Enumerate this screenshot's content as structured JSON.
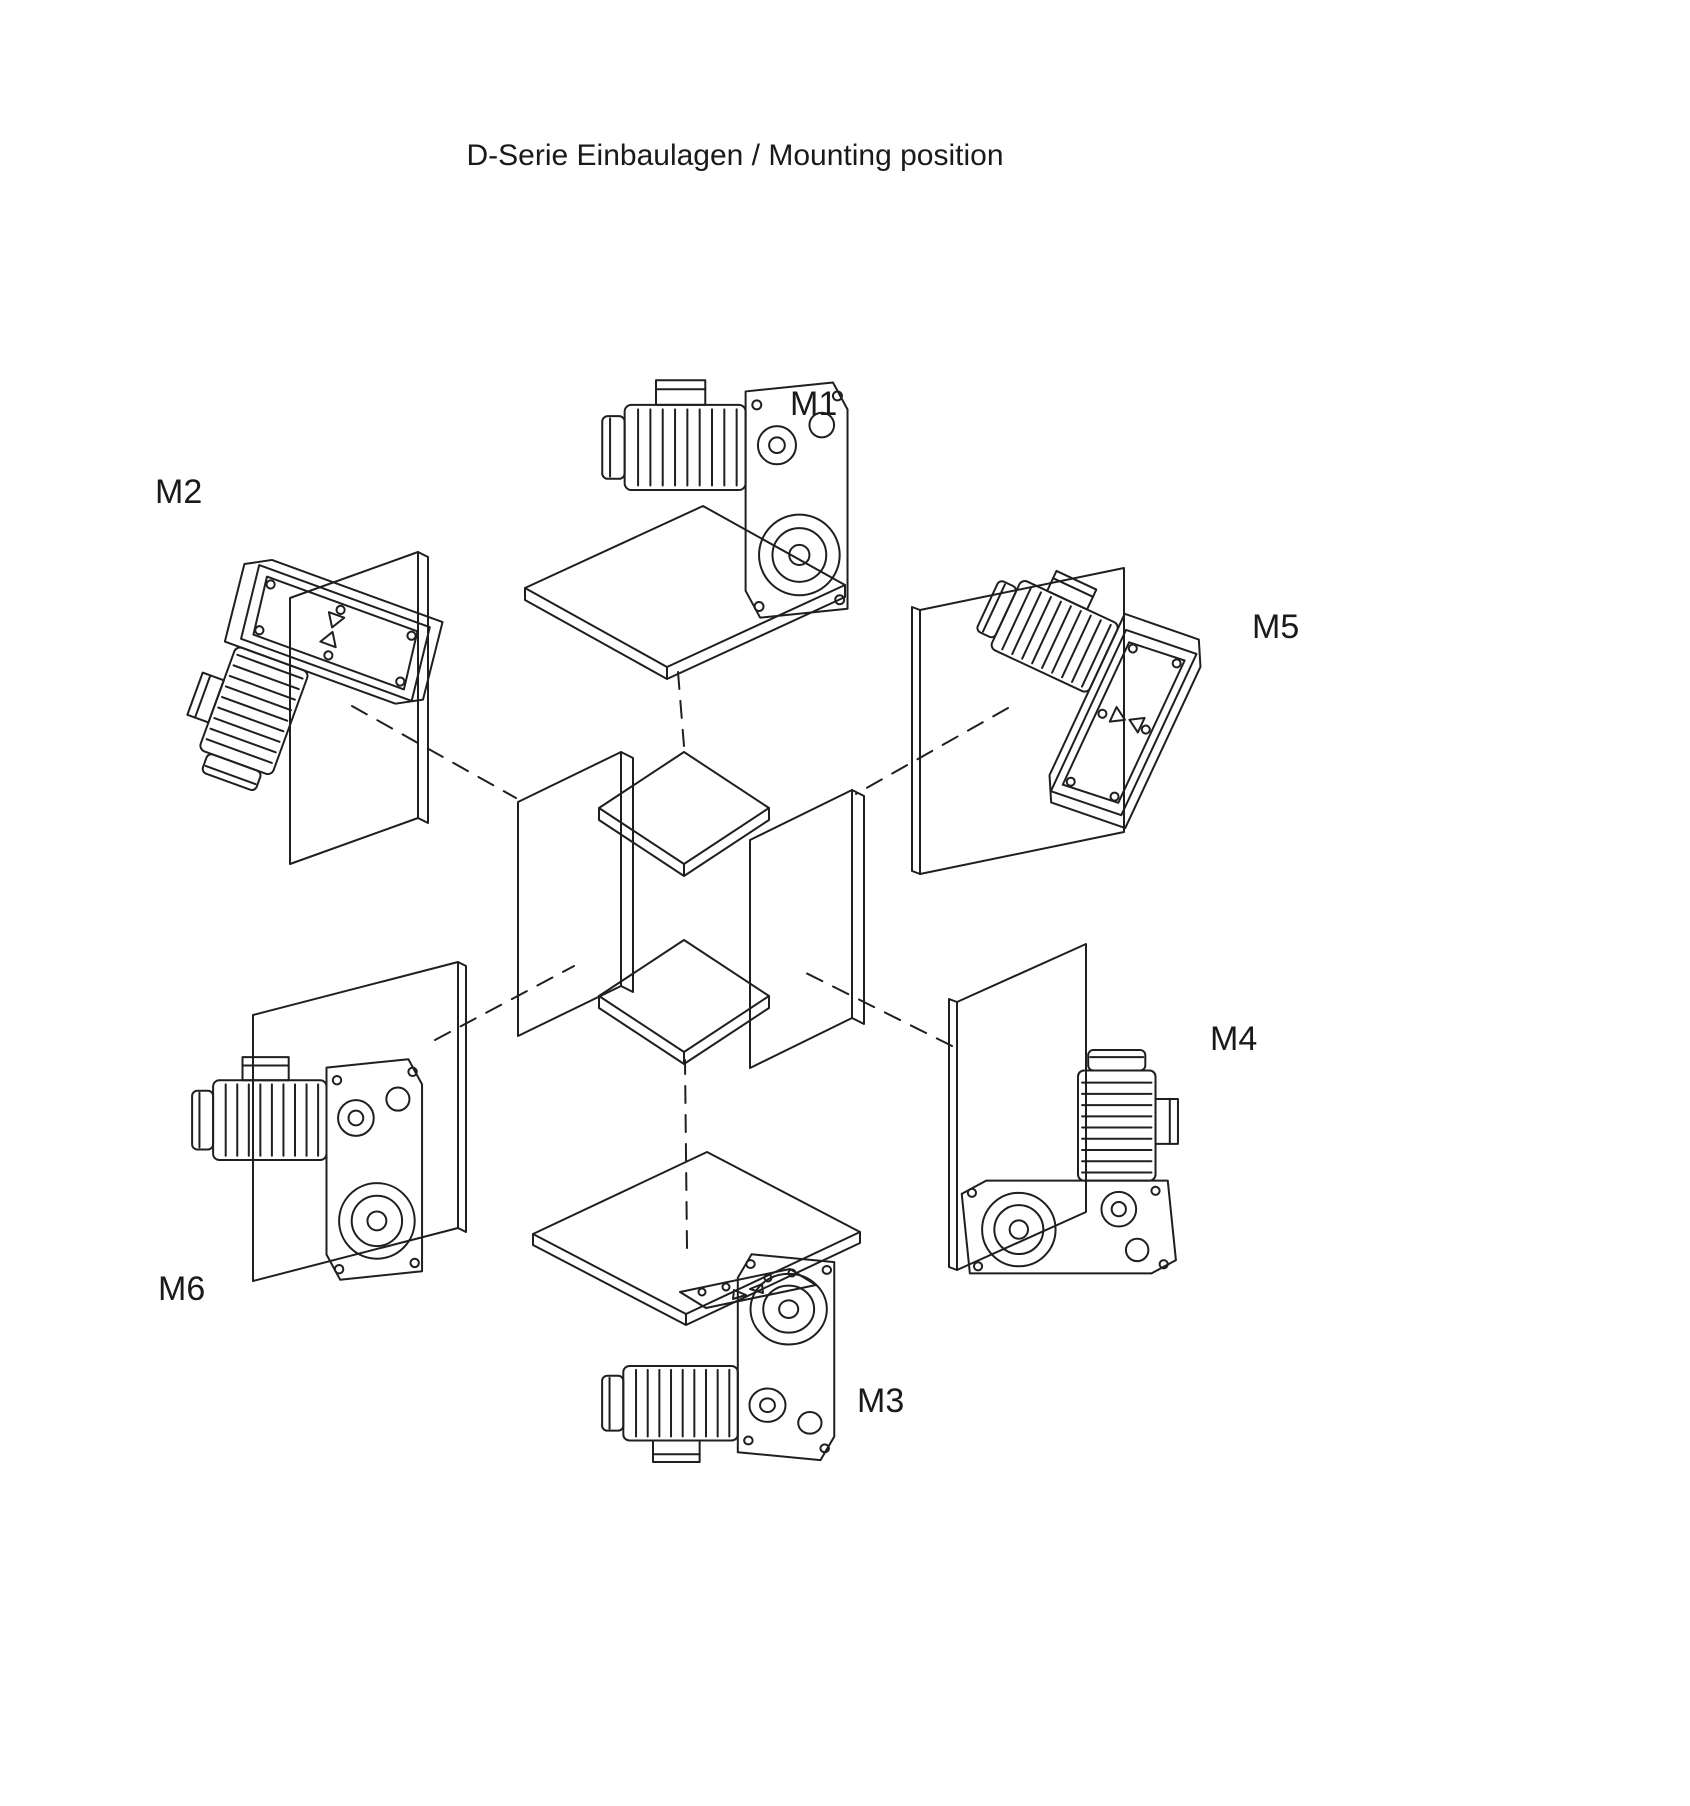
{
  "title": "D-Serie Einbaulagen / Mounting position",
  "diagram": {
    "type": "mounting-position-overview",
    "center_object": "isometric-cube-of-plates",
    "colors": {
      "line": "#1f1f1f",
      "background": "#ffffff",
      "text": "#1a1a1a"
    }
  },
  "positions": [
    {
      "id": "M1",
      "label": "M1",
      "location": "top-center",
      "orientation": "gearbox on floor plate, motor horizontal"
    },
    {
      "id": "M2",
      "label": "M2",
      "location": "upper-left",
      "orientation": "gearbox flange against vertical wall, motor pointing down-left"
    },
    {
      "id": "M3",
      "label": "M3",
      "location": "bottom-center",
      "orientation": "gearbox hanging from ceiling plate, motor horizontal below"
    },
    {
      "id": "M4",
      "label": "M4",
      "location": "lower-right",
      "orientation": "motor vertical on top, gearbox flat against wall"
    },
    {
      "id": "M5",
      "label": "M5",
      "location": "upper-right",
      "orientation": "gearbox flange against vertical wall, motor sloping up-left"
    },
    {
      "id": "M6",
      "label": "M6",
      "location": "lower-left",
      "orientation": "gearbox output facing viewer, motor horizontal left"
    }
  ]
}
